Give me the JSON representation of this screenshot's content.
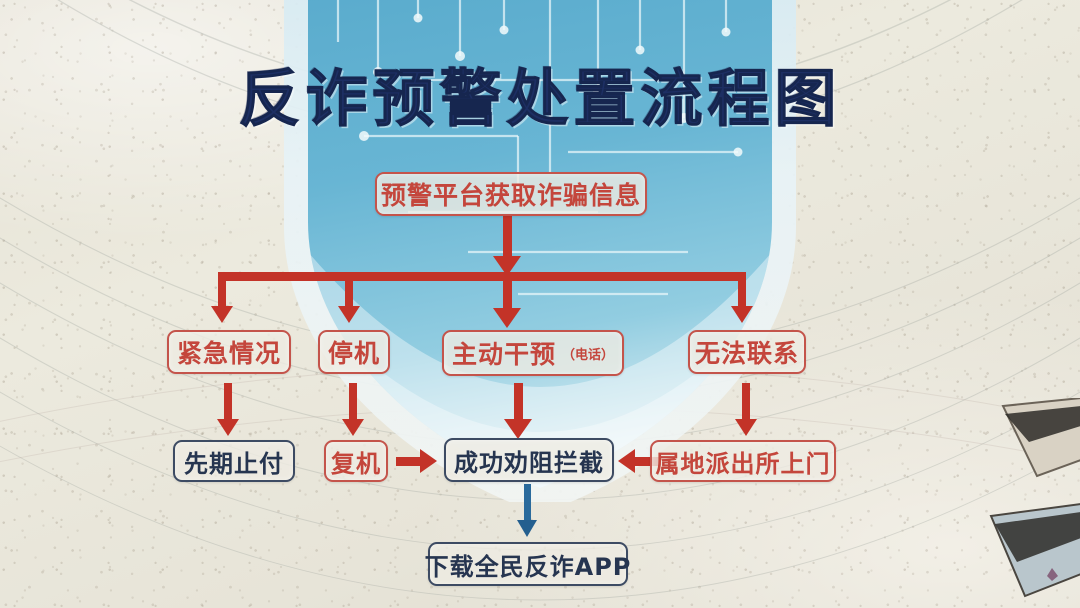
{
  "scene": {
    "kind": "photo-of-printed-flowchart-poster",
    "background_color": "#e7e4d8",
    "shield_color": "#5aa8c8",
    "red": "#c33328",
    "navy": "#263550"
  },
  "title": "反诈预警处置流程图",
  "chart_data": {
    "type": "diagram",
    "title": "反诈预警处置流程图",
    "orientation": "top-down",
    "nodes": [
      {
        "id": "n0",
        "label": "预警平台获取诈骗信息",
        "sub": "",
        "style": "red",
        "row": 1
      },
      {
        "id": "n1",
        "label": "紧急情况",
        "sub": "",
        "style": "red",
        "row": 2
      },
      {
        "id": "n2",
        "label": "停机",
        "sub": "",
        "style": "red",
        "row": 2
      },
      {
        "id": "n3",
        "label": "主动干预",
        "sub": "（电话）",
        "style": "red",
        "row": 2
      },
      {
        "id": "n4",
        "label": "无法联系",
        "sub": "",
        "style": "red",
        "row": 2
      },
      {
        "id": "n5",
        "label": "先期止付",
        "sub": "",
        "style": "navy",
        "row": 3
      },
      {
        "id": "n6",
        "label": "复机",
        "sub": "",
        "style": "red",
        "row": 3
      },
      {
        "id": "n7",
        "label": "成功劝阻拦截",
        "sub": "",
        "style": "navy",
        "row": 3
      },
      {
        "id": "n8",
        "label": "属地派出所上门",
        "sub": "",
        "style": "red",
        "row": 3
      },
      {
        "id": "n9",
        "label": "下载全民反诈APP",
        "sub": "",
        "style": "navy",
        "row": 4
      }
    ],
    "edges": [
      {
        "from": "n0",
        "to": "bus",
        "color": "#c33328",
        "dir": "down"
      },
      {
        "from": "bus",
        "to": "n1",
        "color": "#c33328",
        "dir": "down"
      },
      {
        "from": "bus",
        "to": "n2",
        "color": "#c33328",
        "dir": "down"
      },
      {
        "from": "bus",
        "to": "n3",
        "color": "#c33328",
        "dir": "down"
      },
      {
        "from": "bus",
        "to": "n4",
        "color": "#c33328",
        "dir": "down"
      },
      {
        "from": "n1",
        "to": "n5",
        "color": "#c33328",
        "dir": "down"
      },
      {
        "from": "n2",
        "to": "n6",
        "color": "#c33328",
        "dir": "down"
      },
      {
        "from": "n3",
        "to": "n7",
        "color": "#c33328",
        "dir": "down"
      },
      {
        "from": "n4",
        "to": "n8",
        "color": "#c33328",
        "dir": "down"
      },
      {
        "from": "n6",
        "to": "n7",
        "color": "#c33328",
        "dir": "right"
      },
      {
        "from": "n8",
        "to": "n7",
        "color": "#c33328",
        "dir": "left"
      },
      {
        "from": "n7",
        "to": "n9",
        "color": "#2a6a9c",
        "dir": "down"
      }
    ]
  },
  "nodes": {
    "source": {
      "label": "预警平台获取诈骗信息",
      "sub": ""
    },
    "emergency": {
      "label": "紧急情况",
      "sub": ""
    },
    "shutdown": {
      "label": "停机",
      "sub": ""
    },
    "intervene": {
      "label": "主动干预",
      "sub": "（电话）"
    },
    "unreachable": {
      "label": "无法联系",
      "sub": ""
    },
    "prestop": {
      "label": "先期止付",
      "sub": ""
    },
    "restore": {
      "label": "复机",
      "sub": ""
    },
    "blocked": {
      "label": "成功劝阻拦截",
      "sub": ""
    },
    "doorvisit": {
      "label": "属地派出所上门",
      "sub": ""
    },
    "downloadapp": {
      "label": "下载全民反诈APP",
      "sub": ""
    }
  }
}
